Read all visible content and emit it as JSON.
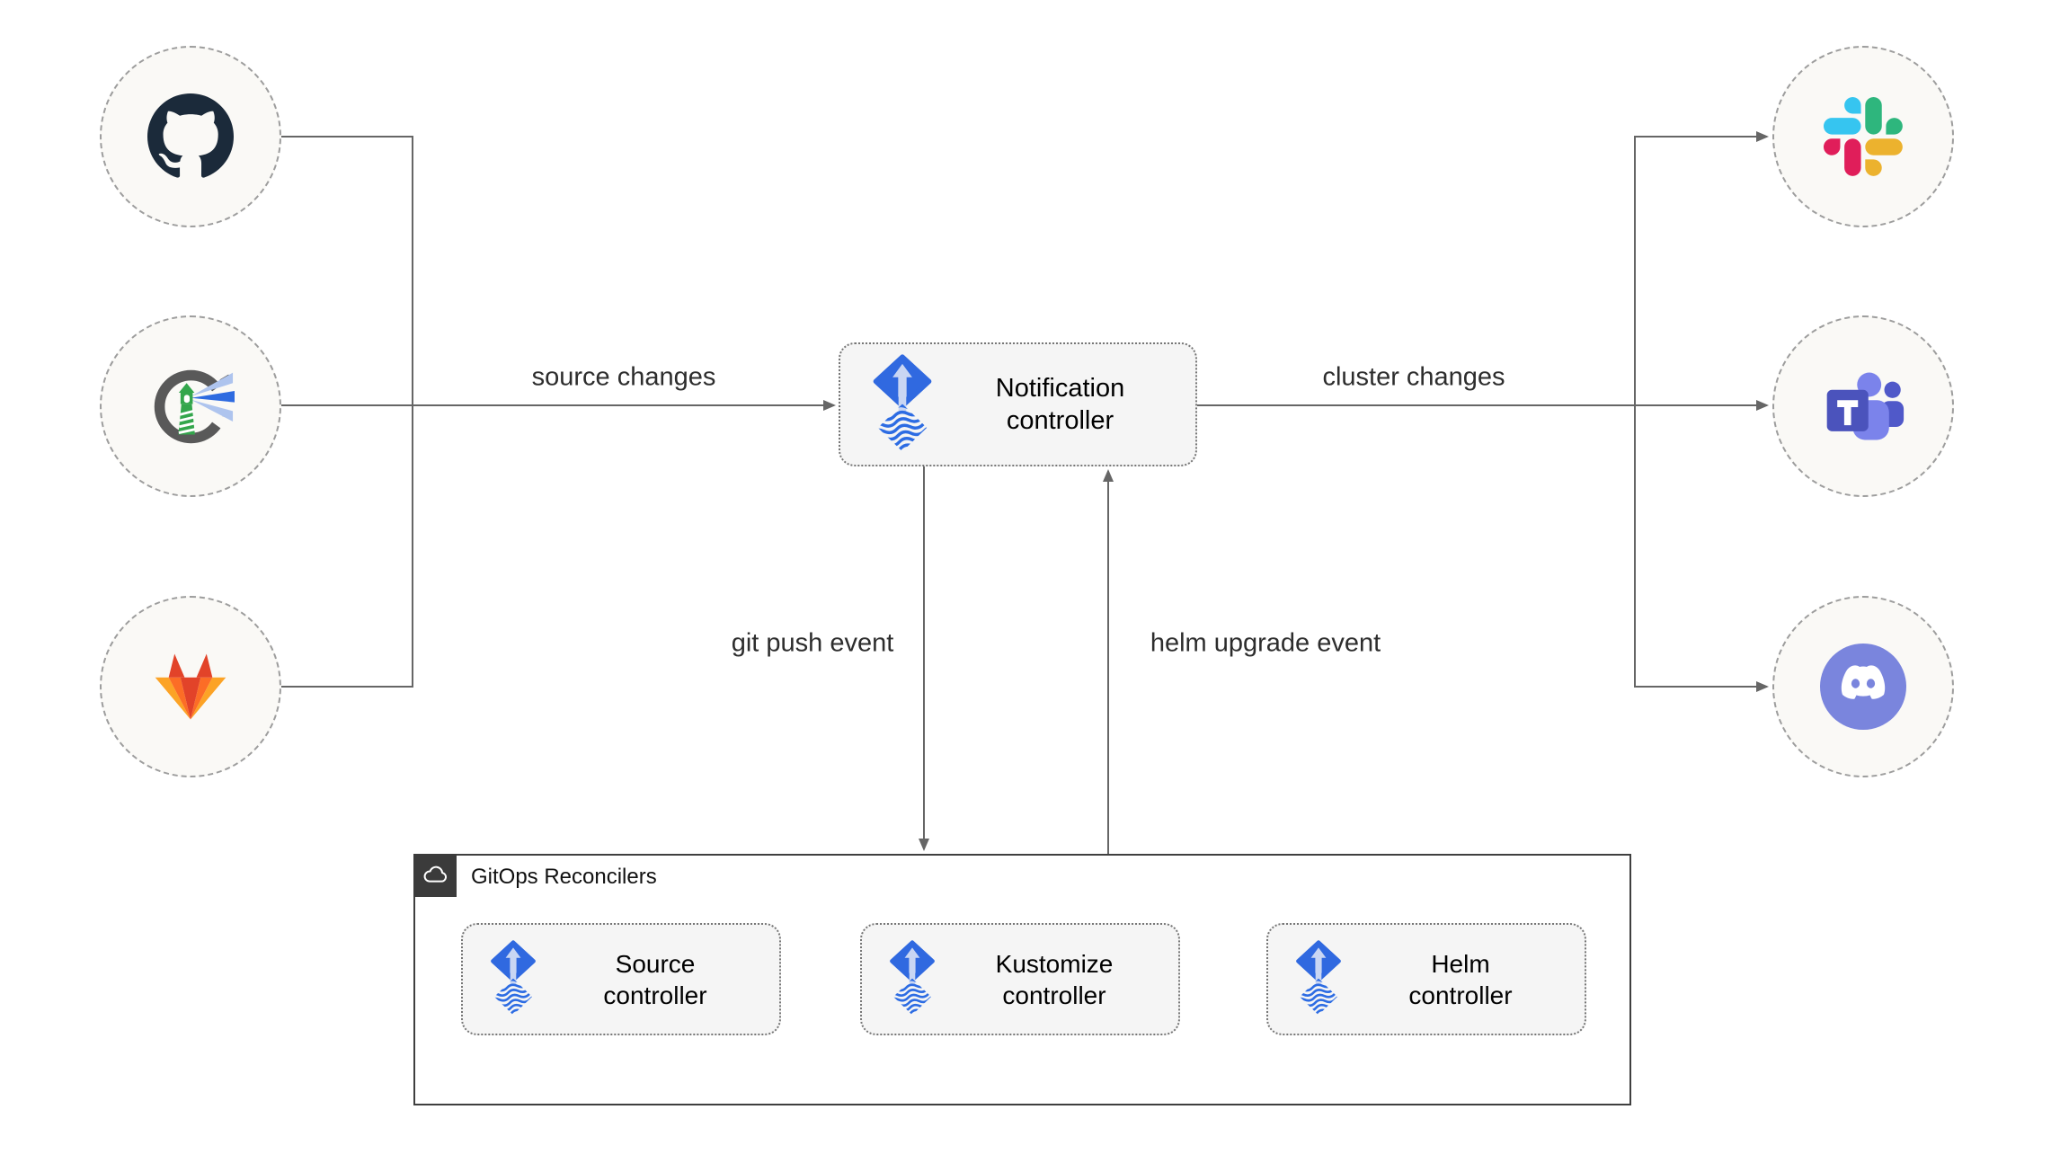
{
  "edge_labels": {
    "source_changes": "source changes",
    "cluster_changes": "cluster changes",
    "git_push_event": "git push event",
    "helm_upgrade_event": "helm upgrade event"
  },
  "nodes": {
    "notification_controller": {
      "label": "Notification\ncontroller",
      "icon": "flux-icon"
    },
    "source_controller": {
      "label": "Source\ncontroller",
      "icon": "flux-icon"
    },
    "kustomize_controller": {
      "label": "Kustomize\ncontroller",
      "icon": "flux-icon"
    },
    "helm_controller": {
      "label": "Helm\ncontroller",
      "icon": "flux-icon"
    },
    "reconcilers_group": {
      "label": "GitOps Reconcilers",
      "icon": "cloud-icon"
    }
  },
  "source_nodes": [
    {
      "icon": "github-icon"
    },
    {
      "icon": "harbor-icon"
    },
    {
      "icon": "gitlab-icon"
    }
  ],
  "notification_nodes": [
    {
      "icon": "slack-icon"
    },
    {
      "icon": "teams-icon"
    },
    {
      "icon": "discord-icon"
    }
  ],
  "colors": {
    "line": "#666666",
    "box_fill": "#f5f5f5",
    "node_fill": "#faf9f6",
    "flux_blue": "#3069e0",
    "flux_light": "#c9d6f3",
    "group_border": "#3f3f3f",
    "badge_bg": "#3b3b3b"
  }
}
